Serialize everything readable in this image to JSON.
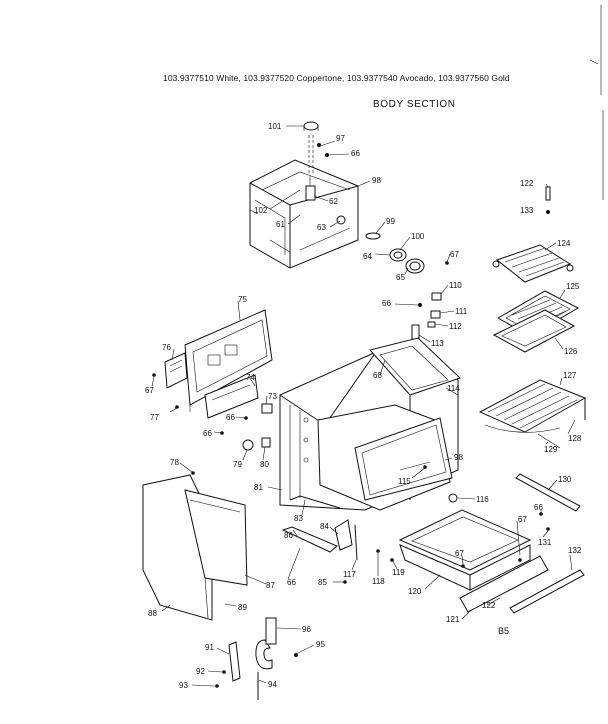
{
  "header": {
    "models_text": "103.9377510 White,  103.9377520 Coppertone,  103.9377540 Avocado,  103.9377560 Gold",
    "section_title": "BODY  SECTION"
  },
  "footer": {
    "code": "B5"
  },
  "part_labels": {
    "p101": "101",
    "p97": "97",
    "p66a": "66",
    "p98a": "98",
    "p102": "102",
    "p62": "62",
    "p61": "61",
    "p63": "63",
    "p99": "99",
    "p100": "100",
    "p64": "64",
    "p65": "65",
    "p67a": "67",
    "p122": "122",
    "p133": "133",
    "p124": "124",
    "p110": "110",
    "p66b": "66",
    "p111": "111",
    "p112": "112",
    "p113": "113",
    "p125": "125",
    "p126": "126",
    "p75": "75",
    "p76": "76",
    "p67b": "67",
    "p77": "77",
    "p68": "68",
    "p114": "114",
    "p127": "127",
    "p74": "74",
    "p73": "73",
    "p66c": "66",
    "p66d": "66",
    "p128": "128",
    "p129": "129",
    "p78": "78",
    "p79": "79",
    "p80": "80",
    "p98b": "98",
    "p115": "115",
    "p81": "81",
    "p116": "116",
    "p130": "130",
    "p83": "83",
    "p84": "84",
    "p67c": "67",
    "p66e": "66",
    "p131": "131",
    "p86": "86",
    "p67d": "67",
    "p132": "132",
    "p66f": "66",
    "p85": "85",
    "p117": "117",
    "p118": "118",
    "p119": "119",
    "p120": "120",
    "p87": "87",
    "p122b": "122",
    "p88": "88",
    "p89": "89",
    "p121": "121",
    "p96": "96",
    "p91": "91",
    "p95": "95",
    "p92": "92",
    "p93": "93",
    "p94": "94"
  }
}
